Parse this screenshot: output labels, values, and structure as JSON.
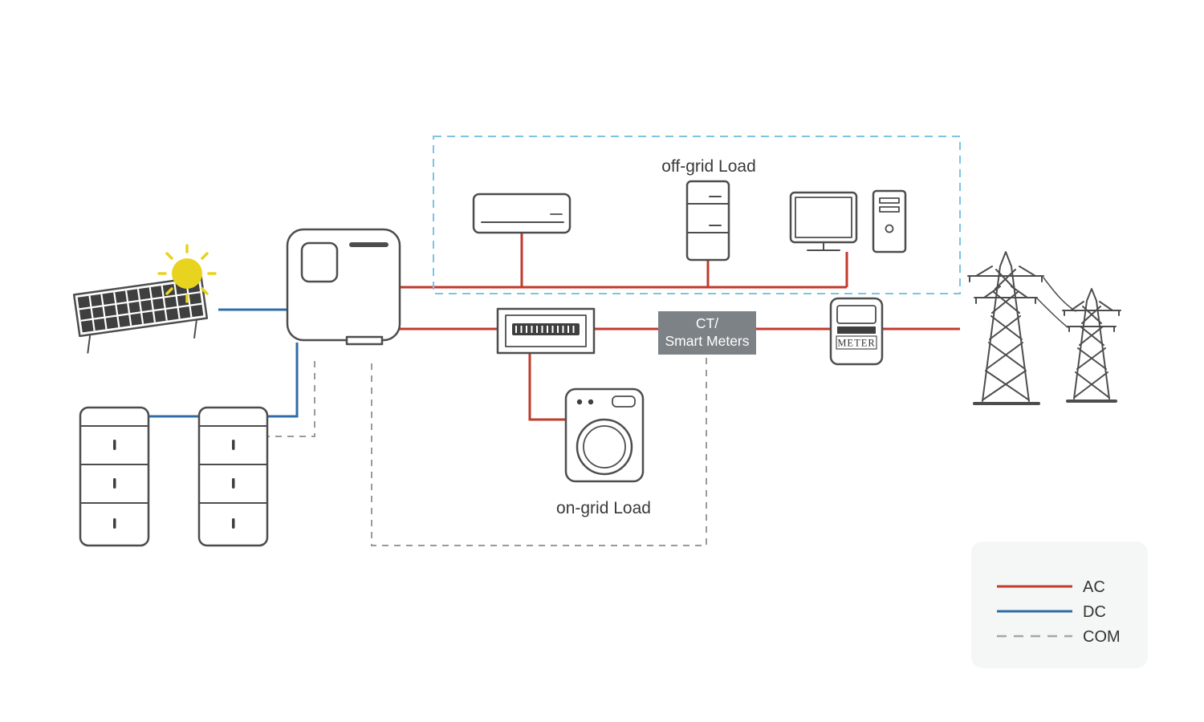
{
  "labels": {
    "off_grid_load": "off-grid Load",
    "on_grid_load": "on-grid Load",
    "ct_meter_line1": "CT/",
    "ct_meter_line2": "Smart Meters",
    "meter": "METER"
  },
  "legend": {
    "items": [
      {
        "label": "AC",
        "color": "#c23a2b",
        "style": "solid"
      },
      {
        "label": "DC",
        "color": "#2f6da8",
        "style": "solid"
      },
      {
        "label": "COM",
        "color": "#a6a6a6",
        "style": "dashed"
      }
    ]
  },
  "colors": {
    "ac_line": "#c23a2b",
    "dc_line": "#2f6da8",
    "com_line": "#9a9a9a",
    "offgrid_zone_border": "#7cc4e2",
    "device_outline": "#4d4d4d",
    "ct_box_fill": "#7d8287",
    "ct_box_text": "#ffffff",
    "sun": "#e8d31f",
    "legend_panel": "#f5f6f6"
  }
}
